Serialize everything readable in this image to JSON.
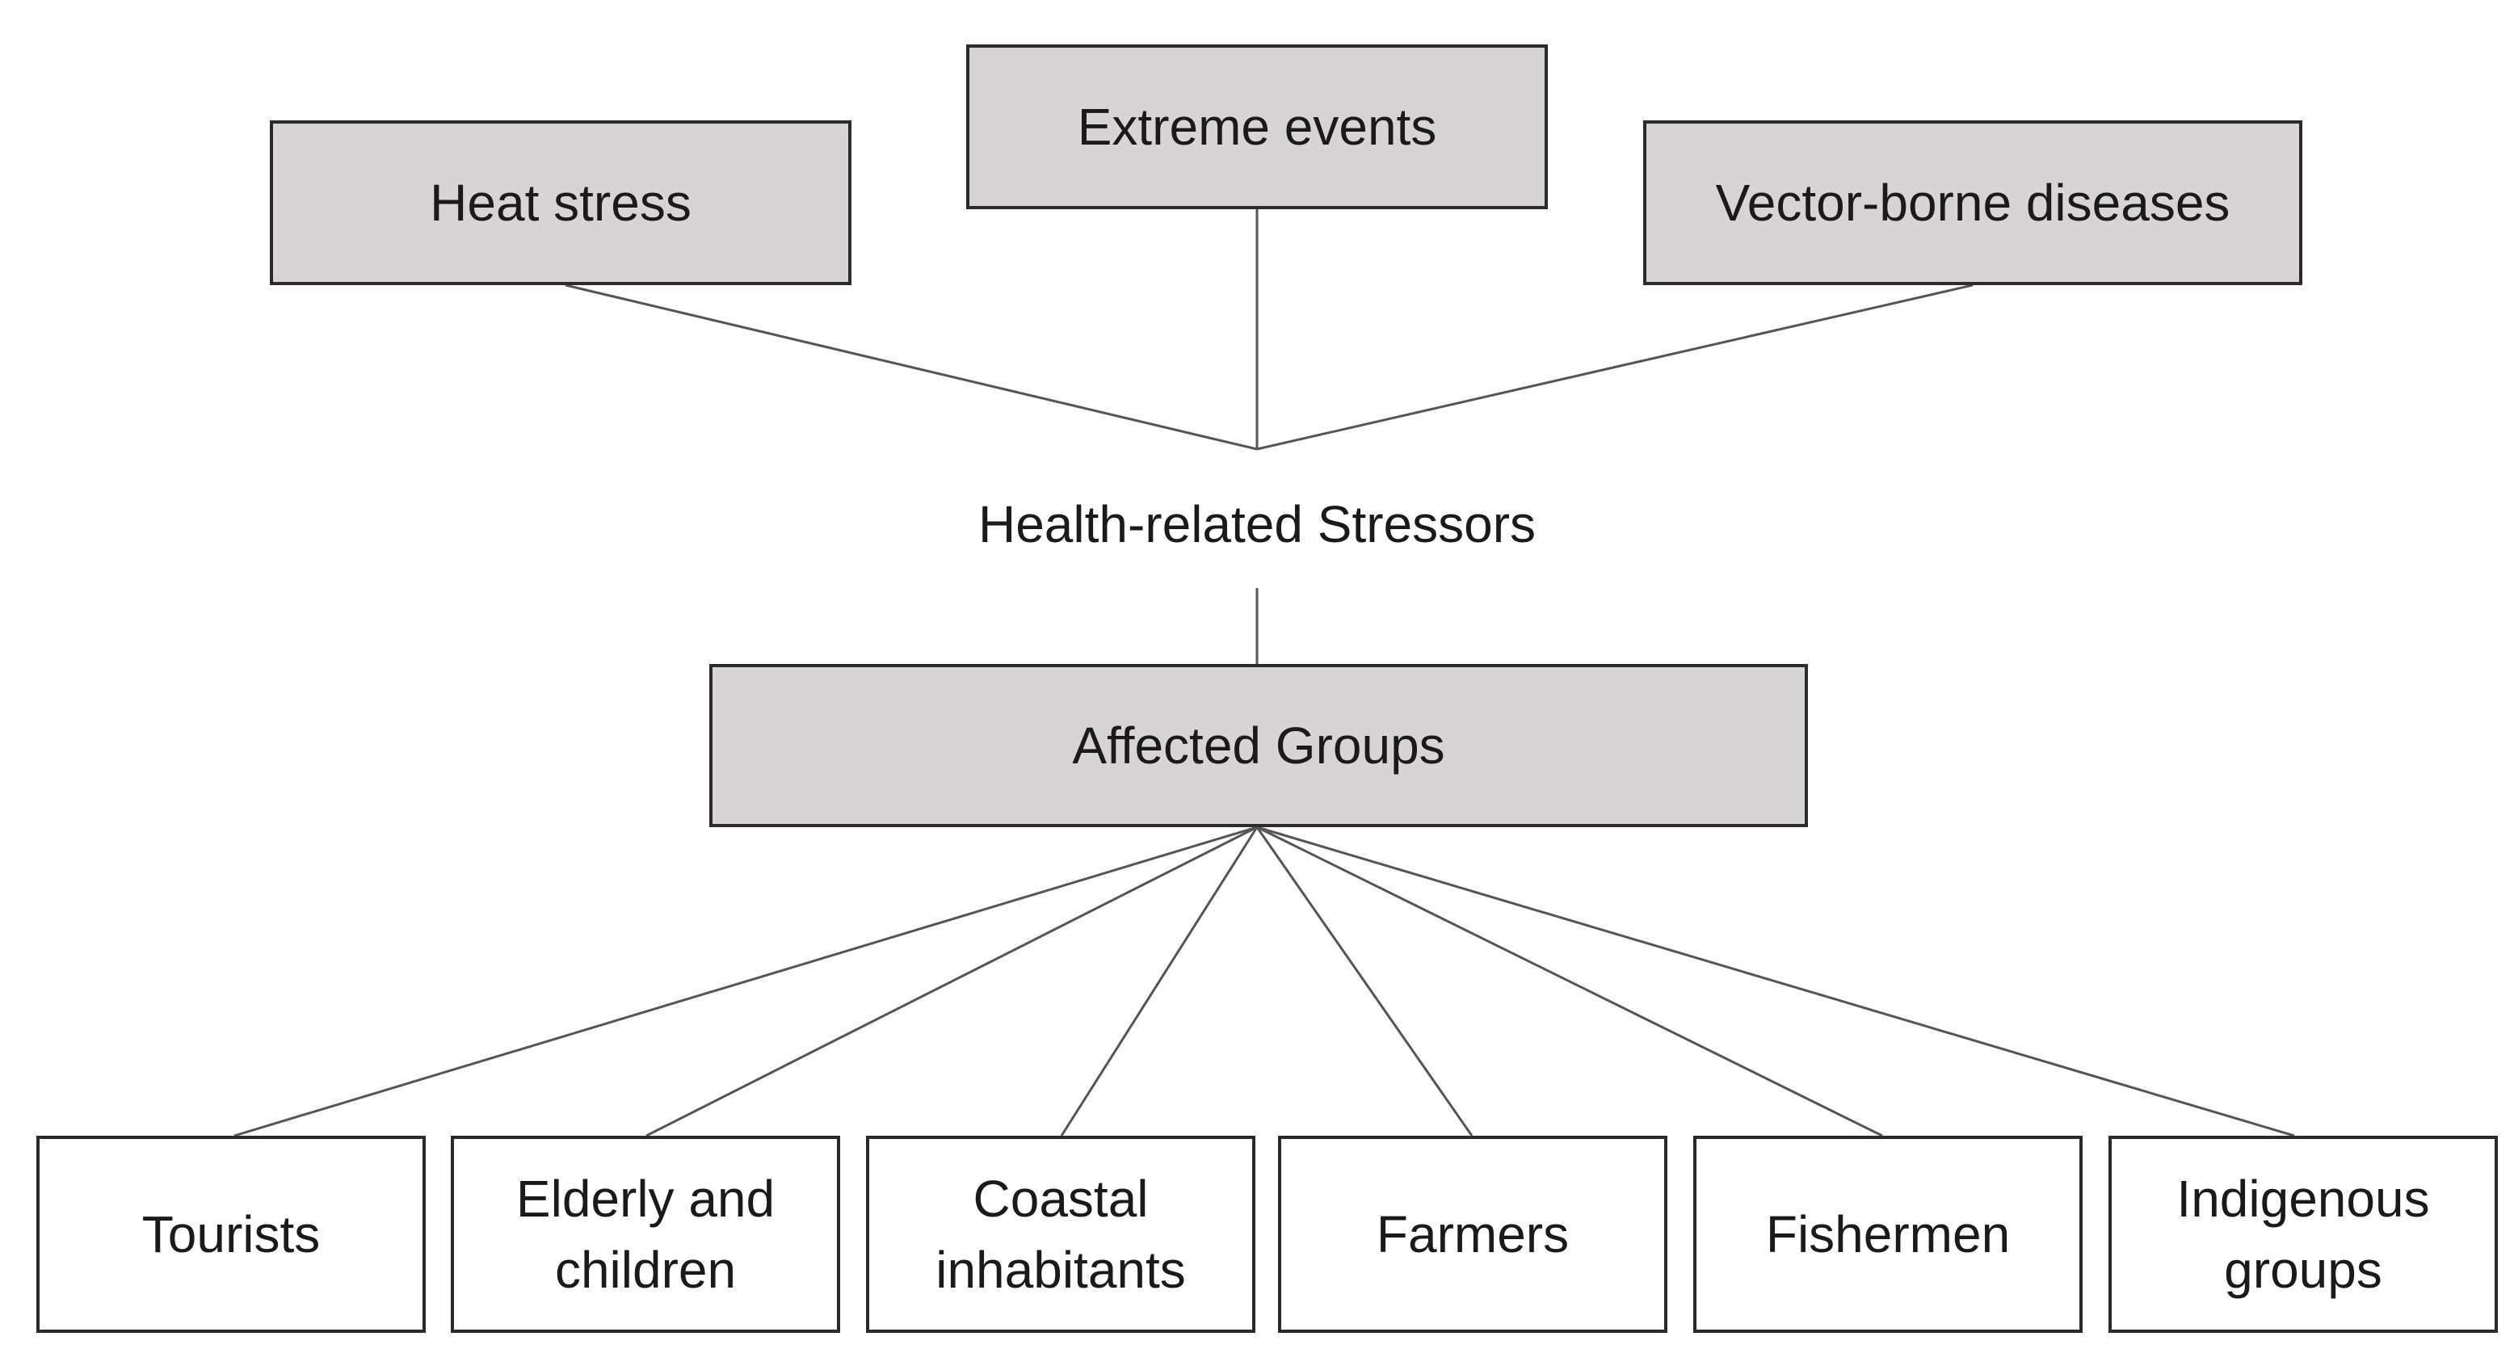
{
  "stressors": [
    {
      "label": "Heat stress"
    },
    {
      "label": "Extreme events"
    },
    {
      "label": "Vector-borne diseases"
    }
  ],
  "hub": {
    "label": "Health-related Stressors"
  },
  "affected": {
    "label": "Affected Groups"
  },
  "groups": [
    {
      "lines": [
        "Tourists"
      ]
    },
    {
      "lines": [
        "Elderly and",
        "children"
      ]
    },
    {
      "lines": [
        "Coastal",
        "inhabitants"
      ]
    },
    {
      "lines": [
        "Farmers"
      ]
    },
    {
      "lines": [
        "Fishermen"
      ]
    },
    {
      "lines": [
        "Indigenous",
        "groups"
      ]
    }
  ],
  "colors": {
    "box_fill": "#d6d4d4",
    "box_border": "#2b2b2b",
    "line": "#555555",
    "text": "#1a1a1a"
  }
}
